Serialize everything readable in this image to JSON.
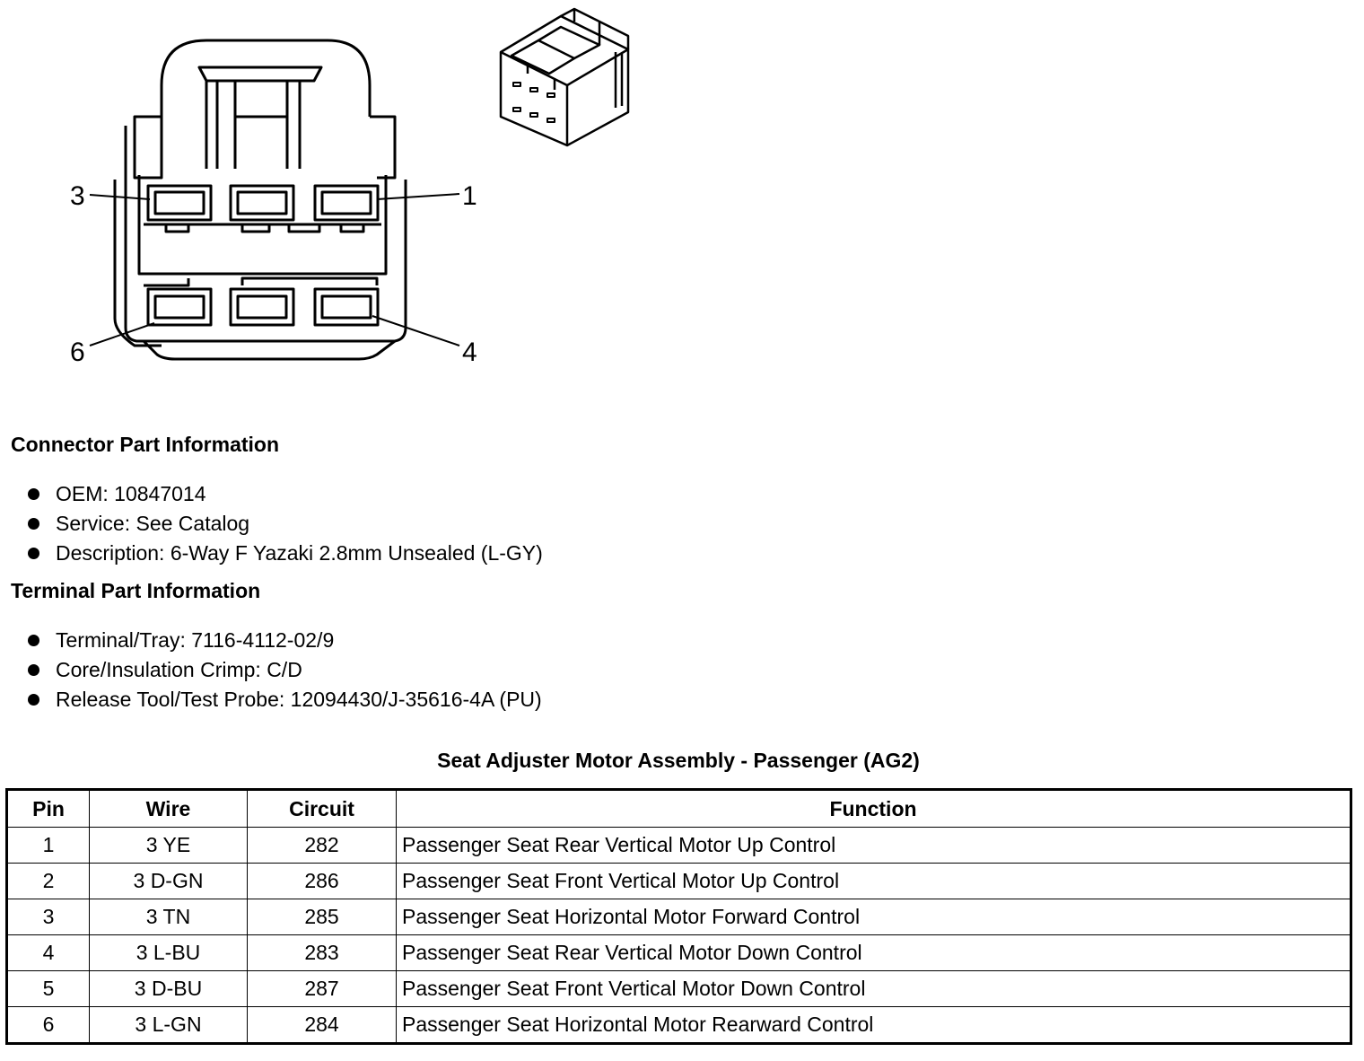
{
  "diagram": {
    "pin_labels": [
      "3",
      "1",
      "6",
      "4"
    ]
  },
  "connector_info": {
    "title": "Connector Part Information",
    "items": [
      "OEM: 10847014",
      "Service: See Catalog",
      "Description: 6-Way F Yazaki 2.8mm Unsealed (L-GY)"
    ]
  },
  "terminal_info": {
    "title": "Terminal Part Information",
    "items": [
      "Terminal/Tray: 7116-4112-02/9",
      "Core/Insulation Crimp: C/D",
      "Release Tool/Test Probe: 12094430/J-35616-4A (PU)"
    ]
  },
  "table": {
    "title": "Seat Adjuster Motor Assembly - Passenger (AG2)",
    "headers": [
      "Pin",
      "Wire",
      "Circuit",
      "Function"
    ],
    "rows": [
      [
        "1",
        "3 YE",
        "282",
        "Passenger Seat Rear Vertical Motor Up Control"
      ],
      [
        "2",
        "3 D-GN",
        "286",
        "Passenger Seat Front Vertical Motor Up Control"
      ],
      [
        "3",
        "3 TN",
        "285",
        "Passenger Seat Horizontal Motor Forward Control"
      ],
      [
        "4",
        "3 L-BU",
        "283",
        "Passenger Seat Rear Vertical Motor Down Control"
      ],
      [
        "5",
        "3 D-BU",
        "287",
        "Passenger Seat Front Vertical Motor Down Control"
      ],
      [
        "6",
        "3 L-GN",
        "284",
        "Passenger Seat Horizontal Motor Rearward Control"
      ]
    ]
  }
}
